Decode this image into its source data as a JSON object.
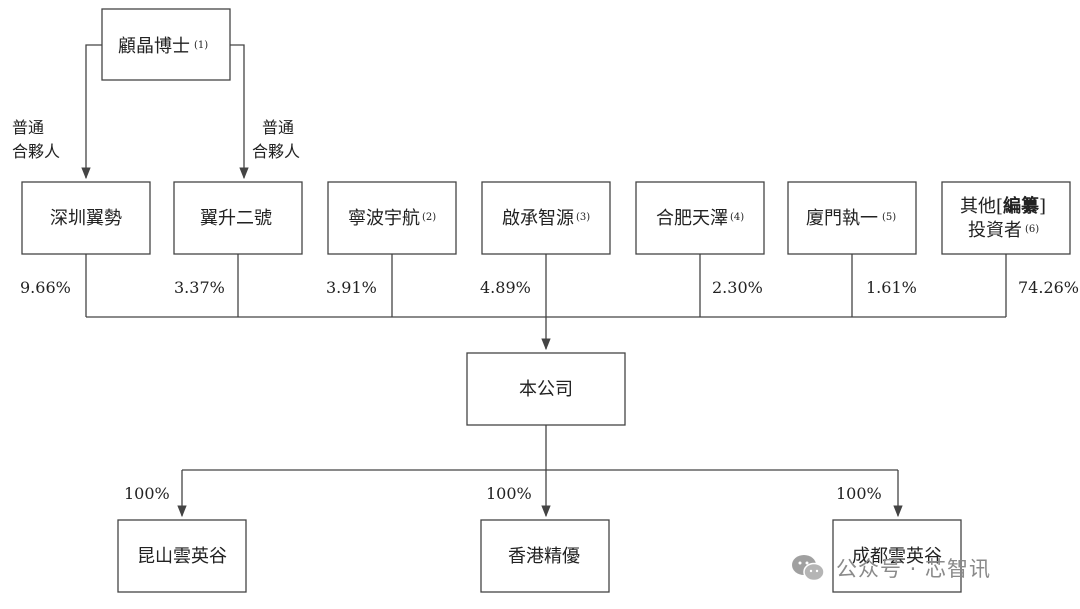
{
  "diagram": {
    "top": {
      "label": "顧晶博士",
      "note": "(1)"
    },
    "partner_role": {
      "line1": "普通",
      "line2": "合夥人"
    },
    "investors": [
      {
        "line1": "深圳翼勢",
        "note": "",
        "pct": "9.66%"
      },
      {
        "line1": "翼升二號",
        "note": "",
        "pct": "3.37%"
      },
      {
        "line1": "寧波宇航",
        "note": "(2)",
        "pct": "3.91%"
      },
      {
        "line1": "啟承智源",
        "note": "(3)",
        "pct": "4.89%"
      },
      {
        "line1": "合肥天澤",
        "note": "(4)",
        "pct": "2.30%"
      },
      {
        "line1": "廈門執一",
        "note": "(5)",
        "pct": "1.61%"
      },
      {
        "line1_a": "其他[",
        "line1_b": "編纂",
        "line1_c": "]",
        "line2": "投資者",
        "note": "(6)",
        "pct": "74.26%"
      }
    ],
    "company": {
      "label": "本公司"
    },
    "subsidiaries": [
      {
        "label": "昆山雲英谷",
        "pct": "100%"
      },
      {
        "label": "香港精優",
        "pct": "100%"
      },
      {
        "label": "成都雲英谷",
        "pct": "100%"
      }
    ]
  },
  "watermark": {
    "icon": "wechat-icon",
    "text": "公众号 · 芯智讯"
  }
}
